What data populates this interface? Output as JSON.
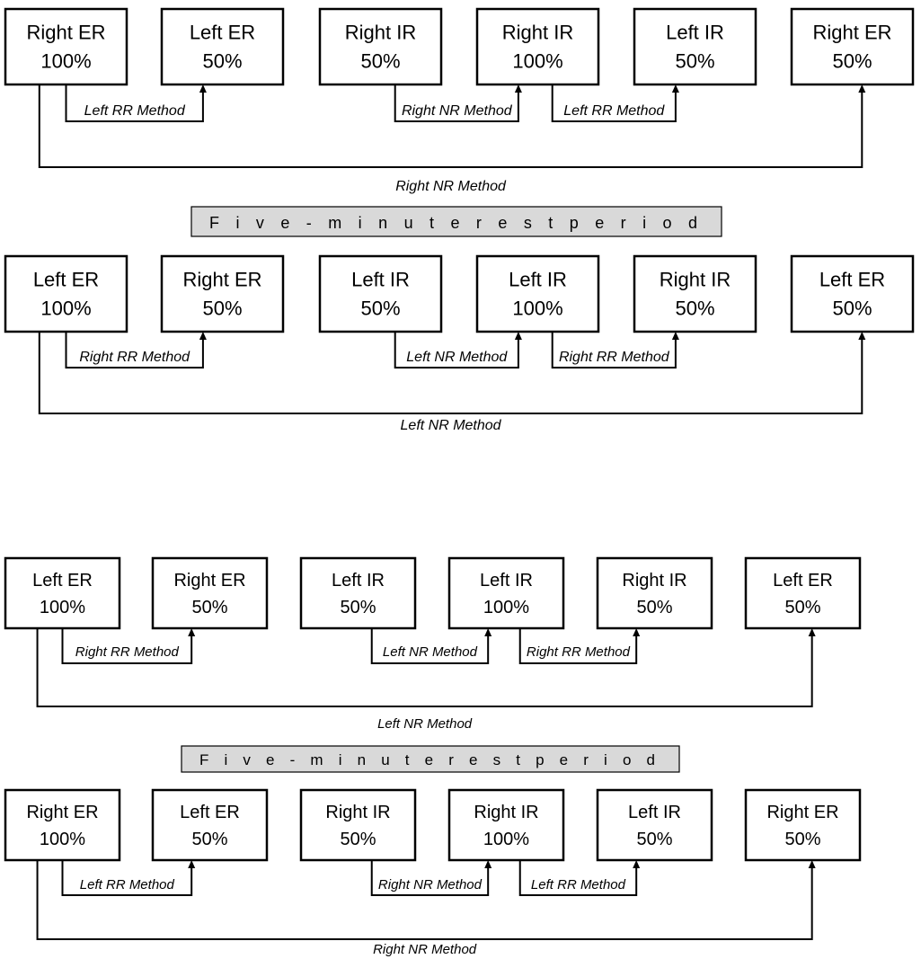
{
  "rest_label": "F i v e - m i n u t e  r e s t  p e r i o d",
  "blocks": [
    {
      "rows": [
        {
          "boxes": [
            {
              "line1": "Right ER",
              "line2": "100%"
            },
            {
              "line1": "Left ER",
              "line2": "50%"
            },
            {
              "line1": "Right IR",
              "line2": "50%"
            },
            {
              "line1": "Right IR",
              "line2": "100%"
            },
            {
              "line1": "Left IR",
              "line2": "50%"
            },
            {
              "line1": "Right ER",
              "line2": "50%"
            }
          ],
          "short_methods": [
            {
              "from": 0,
              "to": 1,
              "label": "Left RR Method"
            },
            {
              "from": 2,
              "to": 3,
              "label": "Right NR Method"
            },
            {
              "from": 3,
              "to": 4,
              "label": "Left RR Method"
            }
          ],
          "long_method": {
            "from": 0,
            "to": 5,
            "label": "Right NR Method"
          }
        },
        {
          "boxes": [
            {
              "line1": "Left ER",
              "line2": "100%"
            },
            {
              "line1": "Right ER",
              "line2": "50%"
            },
            {
              "line1": "Left IR",
              "line2": "50%"
            },
            {
              "line1": "Left IR",
              "line2": "100%"
            },
            {
              "line1": "Right IR",
              "line2": "50%"
            },
            {
              "line1": "Left ER",
              "line2": "50%"
            }
          ],
          "short_methods": [
            {
              "from": 0,
              "to": 1,
              "label": "Right RR Method"
            },
            {
              "from": 2,
              "to": 3,
              "label": "Left NR Method"
            },
            {
              "from": 3,
              "to": 4,
              "label": "Right RR Method"
            }
          ],
          "long_method": {
            "from": 0,
            "to": 5,
            "label": "Left NR Method"
          }
        }
      ]
    },
    {
      "rows": [
        {
          "boxes": [
            {
              "line1": "Left ER",
              "line2": "100%"
            },
            {
              "line1": "Right ER",
              "line2": "50%"
            },
            {
              "line1": "Left IR",
              "line2": "50%"
            },
            {
              "line1": "Left IR",
              "line2": "100%"
            },
            {
              "line1": "Right IR",
              "line2": "50%"
            },
            {
              "line1": "Left ER",
              "line2": "50%"
            }
          ],
          "short_methods": [
            {
              "from": 0,
              "to": 1,
              "label": "Right RR Method"
            },
            {
              "from": 2,
              "to": 3,
              "label": "Left NR Method"
            },
            {
              "from": 3,
              "to": 4,
              "label": "Right RR Method"
            }
          ],
          "long_method": {
            "from": 0,
            "to": 5,
            "label": "Left NR Method"
          }
        },
        {
          "boxes": [
            {
              "line1": "Right ER",
              "line2": "100%"
            },
            {
              "line1": "Left ER",
              "line2": "50%"
            },
            {
              "line1": "Right IR",
              "line2": "50%"
            },
            {
              "line1": "Right IR",
              "line2": "100%"
            },
            {
              "line1": "Left IR",
              "line2": "50%"
            },
            {
              "line1": "Right ER",
              "line2": "50%"
            }
          ],
          "short_methods": [
            {
              "from": 0,
              "to": 1,
              "label": "Left RR Method"
            },
            {
              "from": 2,
              "to": 3,
              "label": "Right NR Method"
            },
            {
              "from": 3,
              "to": 4,
              "label": "Left RR Method"
            }
          ],
          "long_method": {
            "from": 0,
            "to": 5,
            "label": "Right NR Method"
          }
        }
      ]
    }
  ]
}
